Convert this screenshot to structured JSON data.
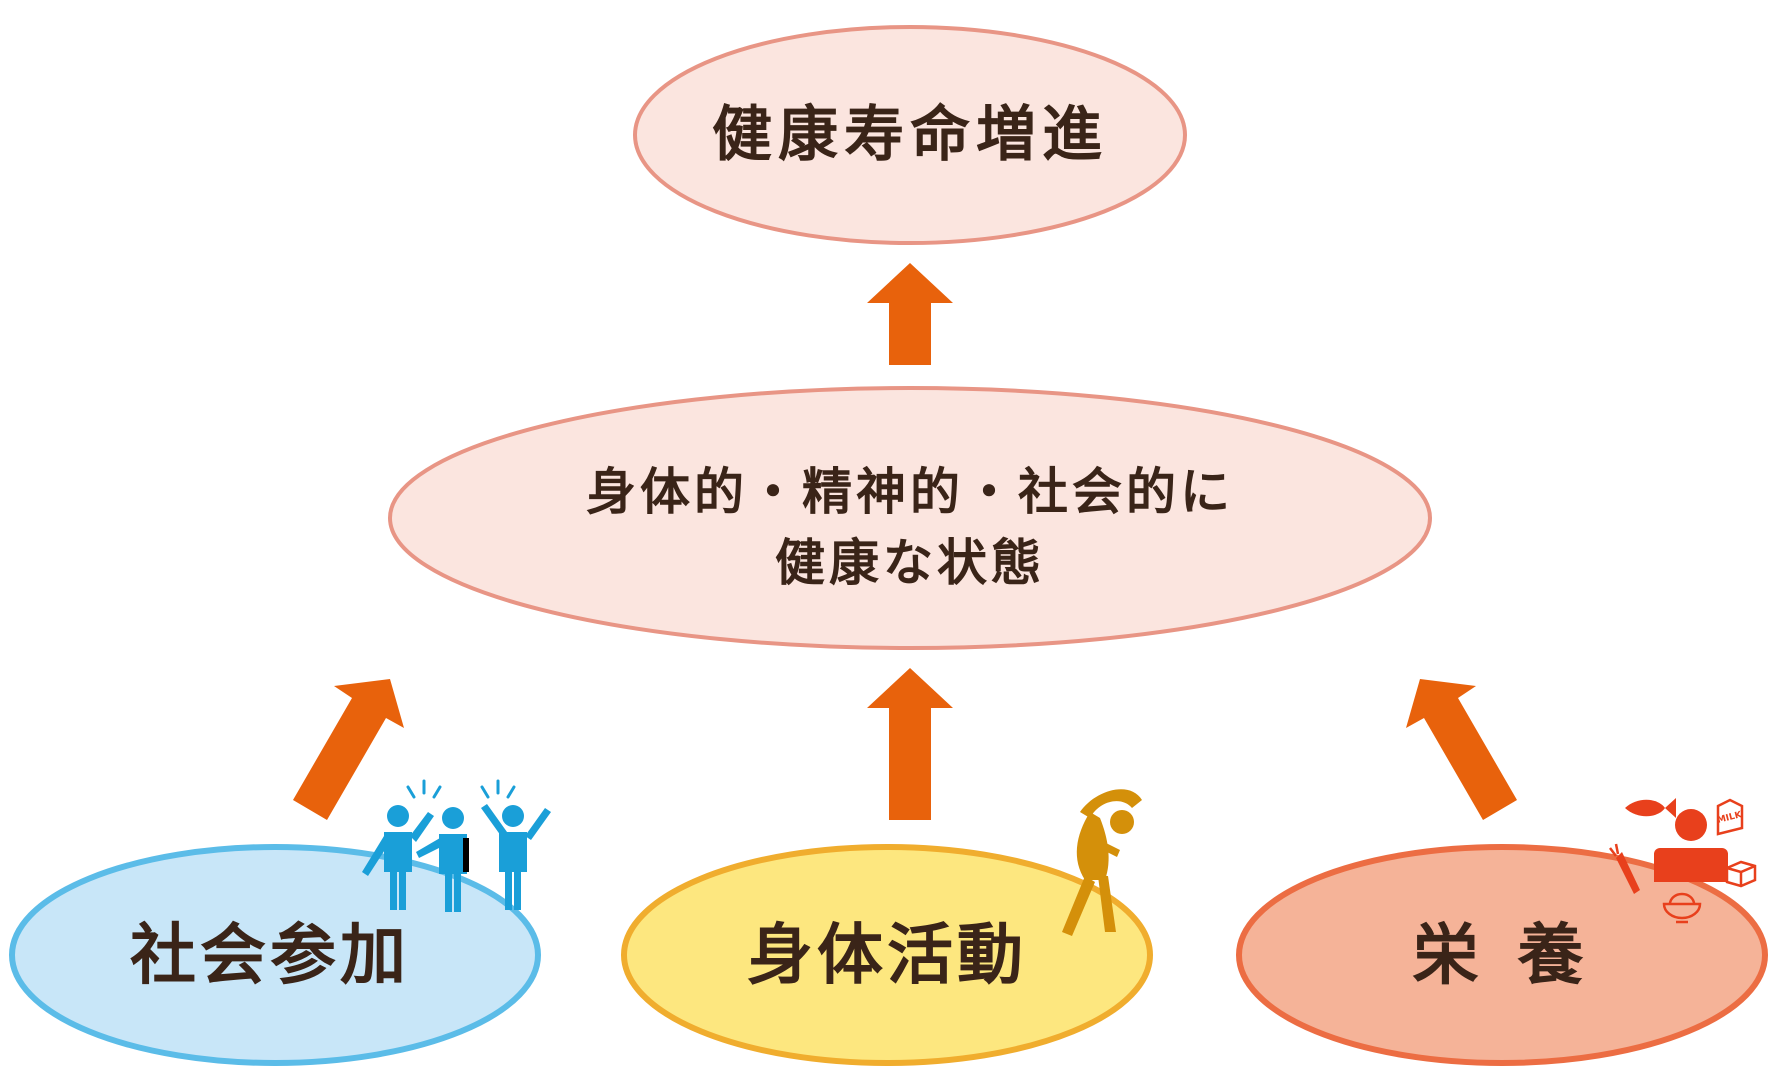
{
  "nodes": {
    "top": {
      "label": "健康寿命増進"
    },
    "middle": {
      "line1": "身体的・精神的・社会的に",
      "line2": "健康な状態"
    },
    "social": {
      "label": "社会参加"
    },
    "physical": {
      "label": "身体活動"
    },
    "nutrition": {
      "label": "栄 養"
    }
  },
  "icons": {
    "social": "people-cheering-icon",
    "physical": "person-stretching-icon",
    "nutrition": "person-with-food-icon",
    "milk_label": "MILK"
  },
  "colors": {
    "arrow": "#e8620c",
    "top_fill": "#fbe5df",
    "top_stroke": "#e89585",
    "social_fill": "#c8e6f8",
    "social_stroke": "#5bbce8",
    "physical_fill": "#fde77f",
    "physical_stroke": "#f0ad2e",
    "nutrition_fill": "#f5b398",
    "nutrition_stroke": "#ec6d43",
    "social_icon": "#1a9fd8",
    "physical_icon": "#d4900a",
    "nutrition_icon": "#e8401c"
  }
}
